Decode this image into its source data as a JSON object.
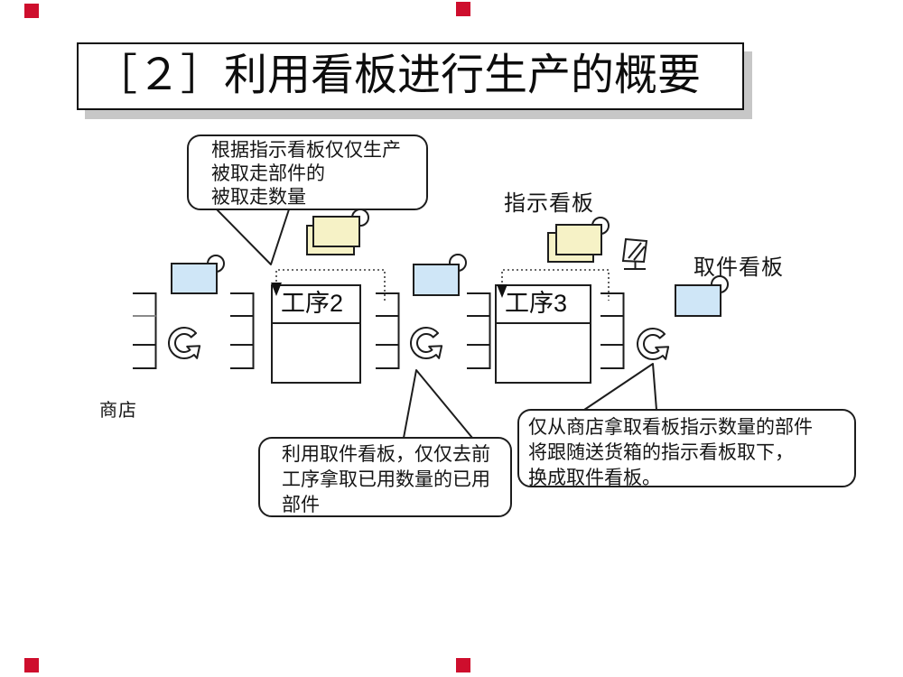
{
  "slide": {
    "title": "［２］利用看板进行生产的概要"
  },
  "process_boxes": [
    {
      "label": "工序2"
    },
    {
      "label": "工序3"
    }
  ],
  "labels": {
    "shop": "商店",
    "instruction_kanban": "指示看板",
    "withdrawal_kanban": "取件看板"
  },
  "callouts": {
    "instruction": {
      "lines": [
        "根据指示看板仅仅生产",
        "被取走部件的",
        "被取走数量"
      ]
    },
    "withdrawal": {
      "lines": [
        "利用取件看板，仅仅去前",
        "工序拿取已用数量的已用",
        "部件"
      ]
    },
    "shop_rule": {
      "lines": [
        "仅从商店拿取看板指示数量的部件",
        "将跟随送货箱的指示看板取下，",
        "换成取件看板。"
      ]
    }
  },
  "icons": {
    "circular_arrow": "circular-flow-arrow",
    "pin": "pin-circle",
    "hatched_sign": "hatched-sign-on-stand",
    "dotted_route_arrow": "dotted-kanban-route-arrow"
  },
  "colors": {
    "withdrawal_kanban_blue": "#cfe6f7",
    "instruction_kanban_yellow": "#f6f2c6",
    "title_shadow_gray": "#c7c7c7",
    "line_black": "#1d1d1d",
    "corner_marker_red": "#ce0e2d"
  }
}
